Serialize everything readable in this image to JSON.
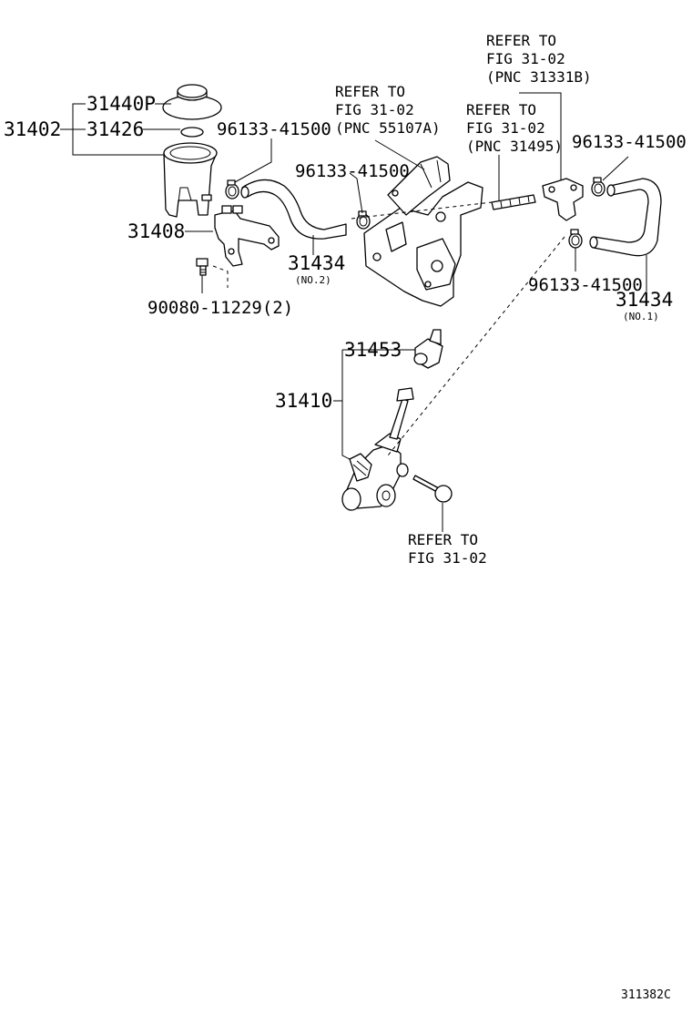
{
  "labels": {
    "p31440p": "31440P",
    "p31402": "31402",
    "p31426": "31426",
    "clamp_a": "96133-41500",
    "clamp_b": "96133-41500",
    "clamp_c": "96133-41500",
    "clamp_d": "96133-41500",
    "p31408": "31408",
    "bolt": "90080-11229(2)",
    "hose2": "31434",
    "hose2_sub": "(NO.2)",
    "hose1": "31434",
    "hose1_sub": "(NO.1)",
    "p31453": "31453",
    "p31410": "31410"
  },
  "refs": {
    "bracket": [
      "REFER TO",
      "FIG 31-02",
      "(PNC 55107A)"
    ],
    "pipe": [
      "REFER TO",
      "FIG 31-02",
      "(PNC 31495)"
    ],
    "top": [
      "REFER TO",
      "FIG 31-02",
      "(PNC 31331B)"
    ],
    "bottom": [
      "REFER TO",
      "FIG 31-02"
    ]
  },
  "figure_code": "311382C"
}
